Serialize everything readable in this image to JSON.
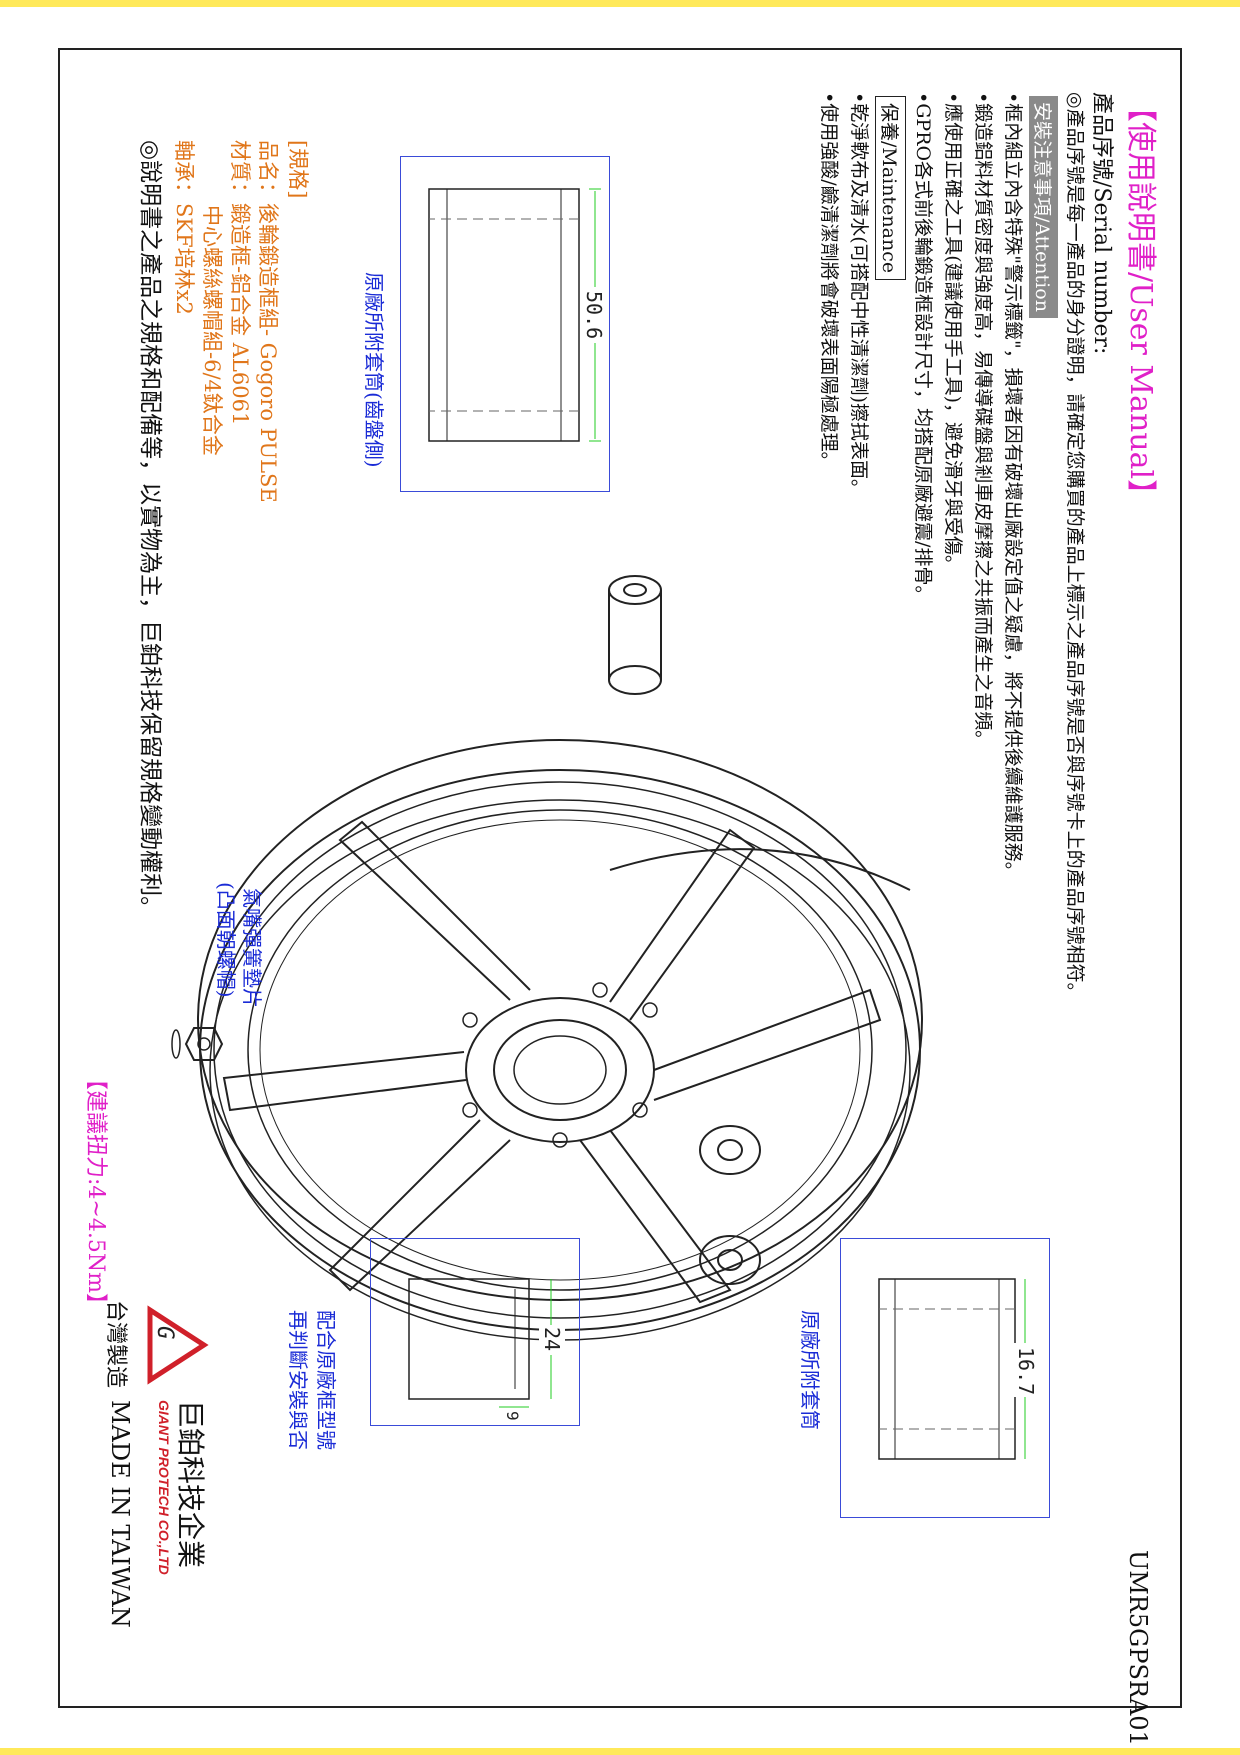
{
  "manual": {
    "title": "【使用說明書/User Manual】",
    "serial_heading": "產品序號/Serial number:",
    "serial_note": "◎產品序號是每一產品的身分證明，請確定您購買的產品上標示之產品序號是否與序號卡上的產品序號相符。",
    "attention_label": "安裝注意事項/Attention",
    "attention_items": [
      "•框內組立內含特殊\"警示標籤\"，損壞者因有破壞出廠設定值之疑慮，將不提供後續維護服務。",
      "•鍛造鋁料材質密度與強度高，易傳導碟盤與剎車皮摩擦之共振而產生之音頻。",
      "•應使用正確之工具(建議使用手工具)，避免滑牙與受傷。",
      "•GPRO各式前後輪鍛造框設計尺寸，均搭配原廠避震/排骨。"
    ],
    "maintenance_label": "保養/Maintenance",
    "maintenance_items": [
      "•乾淨軟布及清水(可搭配中性清潔劑)擦拭表面。",
      "•使用強酸/鹼清潔劑將會破壞表面陽極處理。"
    ]
  },
  "specs": {
    "heading": "[規格]",
    "name": "品名：後輪鍛造框組- Gogoro PULSE",
    "material": "材質：鍛造框-鋁合金 AL6061",
    "material2": "中心螺絲螺帽組-6/4鈦合金",
    "bearing": "軸承：SKF培林x2",
    "note": "◎說明書之產品之規格和配備等，以實物為主，巨鉑科技保留規格變動權利。"
  },
  "callouts": {
    "sleeve_gear": "原廠所附套筒(齒盤側)",
    "dim_50_6": "50.6",
    "washer": "氣嘴彈簧墊片",
    "washer2": "(凸面朝螺帽)",
    "torque": "【建議扭力:4~4.5Nm】",
    "dim_16_7": "16.7",
    "sleeve": "原廠所附套筒",
    "dim_24": "24",
    "dim_9": "9",
    "confirm": "配合原廠框型號",
    "confirm2": "再判斷安裝與否"
  },
  "footer": {
    "model_code": "UMR5GPSRA01",
    "company_cn": "巨鉑科技企業",
    "company_en": "GIANT PROTECH CO.,LTD",
    "made_cn": "台灣製造",
    "made_en": "MADE IN TAIWAN"
  },
  "colors": {
    "title": "#e020c8",
    "specs": "#e0761a",
    "callout": "#1a2bd6",
    "dimension": "#22cc22",
    "highlight_bar": "#ffe95a"
  }
}
